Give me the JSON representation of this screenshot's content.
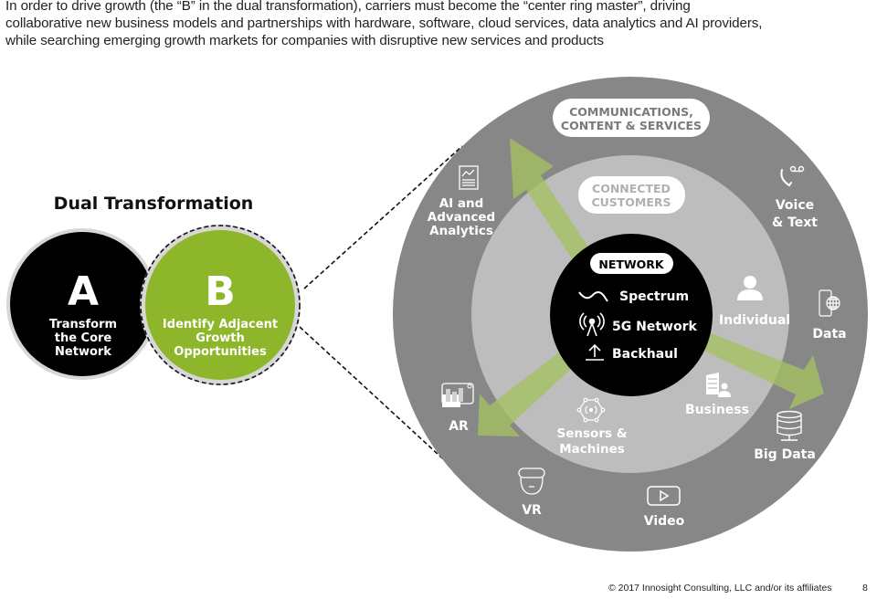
{
  "intro": {
    "lines": [
      "In order to drive growth (the “B” in the dual transformation), carriers must become the “center ring master”, driving",
      "collaborative new business models and partnerships with hardware, software, cloud services, data analytics and AI providers,",
      "while searching emerging growth markets for companies with disruptive new services and products"
    ]
  },
  "dual": {
    "title": "Dual Transformation",
    "a": {
      "letter": "A",
      "lines": [
        "Transform",
        "the Core",
        "Network"
      ]
    },
    "b": {
      "letter": "B",
      "lines": [
        "Identify Adjacent",
        "Growth",
        "Opportunities"
      ]
    }
  },
  "rings": {
    "outer_label": [
      "COMMUNICATIONS,",
      "CONTENT & SERVICES"
    ],
    "middle_label": [
      "CONNECTED",
      "CUSTOMERS"
    ],
    "core": {
      "label": "NETWORK",
      "items": [
        {
          "icon": "wave-icon",
          "label": "Spectrum"
        },
        {
          "icon": "antenna-icon",
          "label": "5G Network"
        },
        {
          "icon": "upload-icon",
          "label": "Backhaul"
        }
      ]
    },
    "customers": [
      {
        "icon": "person-icon",
        "label": "Individual"
      },
      {
        "icon": "building-person-icon",
        "label": "Business"
      },
      {
        "icon": "sensor-network-icon",
        "lines": [
          "Sensors &",
          "Machines"
        ]
      }
    ],
    "services": [
      {
        "icon": "analytics-icon",
        "lines": [
          "AI and",
          "Advanced",
          "Analytics"
        ]
      },
      {
        "icon": "voicemail-phone-icon",
        "lines": [
          "Voice",
          "& Text"
        ]
      },
      {
        "icon": "mobile-globe-icon",
        "lines": [
          "Data"
        ]
      },
      {
        "icon": "database-icon",
        "lines": [
          "Big Data"
        ]
      },
      {
        "icon": "video-play-icon",
        "lines": [
          "Video"
        ]
      },
      {
        "icon": "vr-headset-icon",
        "lines": [
          "VR"
        ]
      },
      {
        "icon": "ar-chart-icon",
        "lines": [
          "AR"
        ]
      }
    ]
  },
  "colors": {
    "outer_ring": "#878787",
    "middle_ring": "#bdbdbd",
    "core": "#000000",
    "green": "#8db62a",
    "arrow_green": "#a3c060"
  },
  "footer": {
    "copyright": "© 2017 Innosight Consulting, LLC and/or its affiliates",
    "page": "8"
  }
}
